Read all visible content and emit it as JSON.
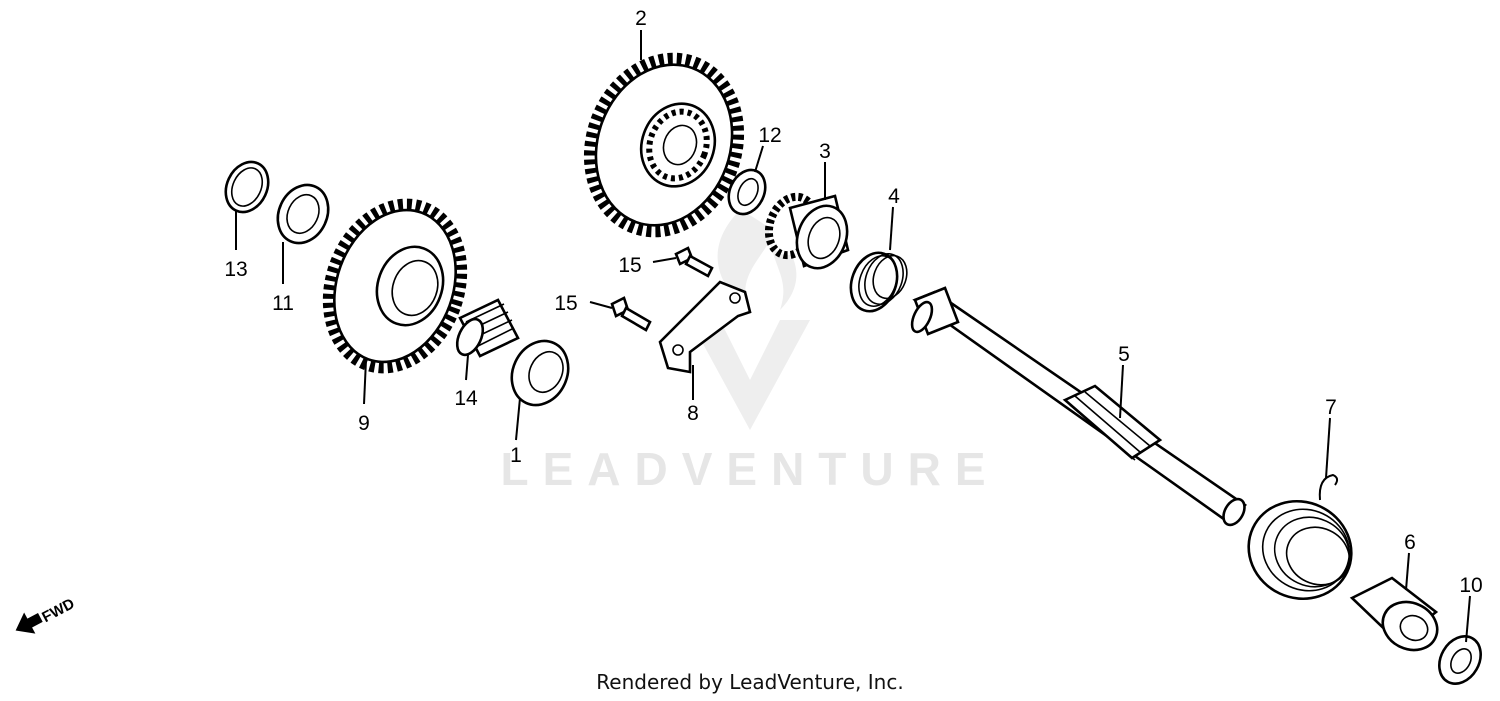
{
  "watermark": {
    "text": "LEADVENTURE"
  },
  "fwd_label": "FWD",
  "credit": "Rendered by LeadVenture, Inc.",
  "callouts": {
    "c1": "1",
    "c2": "2",
    "c3": "3",
    "c4": "4",
    "c5": "5",
    "c6": "6",
    "c7": "7",
    "c8": "8",
    "c9": "9",
    "c10": "10",
    "c11": "11",
    "c12": "12",
    "c13": "13",
    "c14": "14",
    "c15a": "15",
    "c15b": "15"
  }
}
